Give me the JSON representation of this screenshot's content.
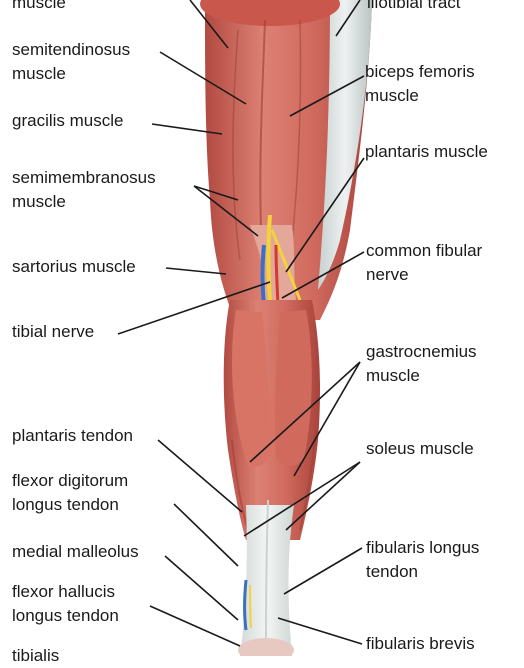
{
  "diagram": {
    "labels_left": [
      {
        "id": "muscle-top-left",
        "text": "muscle"
      },
      {
        "id": "semitendinosus",
        "text": "semitendinosus\nmuscle"
      },
      {
        "id": "gracilis",
        "text": "gracilis muscle"
      },
      {
        "id": "semimembranosus",
        "text": "semimembranosus\nmuscle"
      },
      {
        "id": "sartorius",
        "text": "sartorius muscle"
      },
      {
        "id": "tibial-nerve",
        "text": "tibial nerve"
      },
      {
        "id": "plantaris-tendon",
        "text": "plantaris tendon"
      },
      {
        "id": "flexor-digitorum",
        "text": "flexor digitorum\nlongus tendon"
      },
      {
        "id": "medial-malleolus",
        "text": "medial malleolus"
      },
      {
        "id": "flexor-hallucis",
        "text": "flexor hallucis\nlongus tendon"
      },
      {
        "id": "tibialis-bottom",
        "text": "tibialis"
      }
    ],
    "labels_right": [
      {
        "id": "iliotibial-tract",
        "text": "iliotibial tract"
      },
      {
        "id": "biceps-femoris",
        "text": "biceps femoris\nmuscle"
      },
      {
        "id": "plantaris-muscle",
        "text": "plantaris muscle"
      },
      {
        "id": "common-fibular-nerve",
        "text": "common fibular\nnerve"
      },
      {
        "id": "gastrocnemius",
        "text": "gastrocnemius\nmuscle"
      },
      {
        "id": "soleus",
        "text": "soleus muscle"
      },
      {
        "id": "fibularis-longus",
        "text": "fibularis longus\ntendon"
      },
      {
        "id": "fibularis-brevis",
        "text": "fibularis brevis"
      }
    ],
    "colors": {
      "muscle": "#c85a4e",
      "muscle_light": "#e08a7c",
      "muscle_dark": "#a33f37",
      "tendon": "#e9ece9",
      "tendon_shadow": "#c9d2cf",
      "nerve": "#f2d33a",
      "artery": "#d23a2e",
      "vein": "#3a6fc4",
      "leader": "#1a1a1a"
    }
  }
}
